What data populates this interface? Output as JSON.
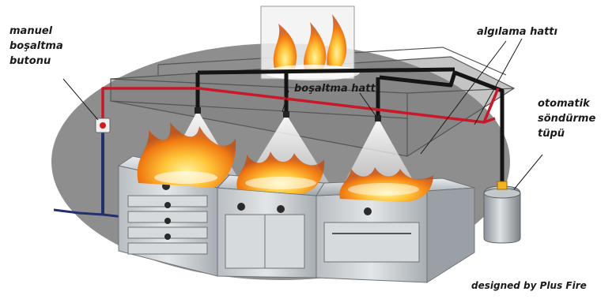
{
  "labels": {
    "manual_button": [
      "manuel",
      "boşaltma",
      "butonu"
    ],
    "detection_line": "algılama hattı",
    "discharge_line": "boşaltma hattı",
    "auto_cylinder": [
      "otomatik",
      "söndürme",
      "tüpü"
    ],
    "credit": "designed by Plus Fire"
  },
  "colors": {
    "backdrop": "#8e8e8e",
    "detection_pipe": "#c8182a",
    "discharge_pipe": "#141414",
    "manual_pipe": "#22306e",
    "steel": "#c9cdd1",
    "steel_dark": "#8a9096",
    "flame": "#f39a1c",
    "flame_core": "#ffe36a"
  },
  "icons": [
    "flame-icon",
    "spray-nozzle-icon",
    "manual-release-button-icon",
    "extinguisher-cylinder-icon"
  ]
}
